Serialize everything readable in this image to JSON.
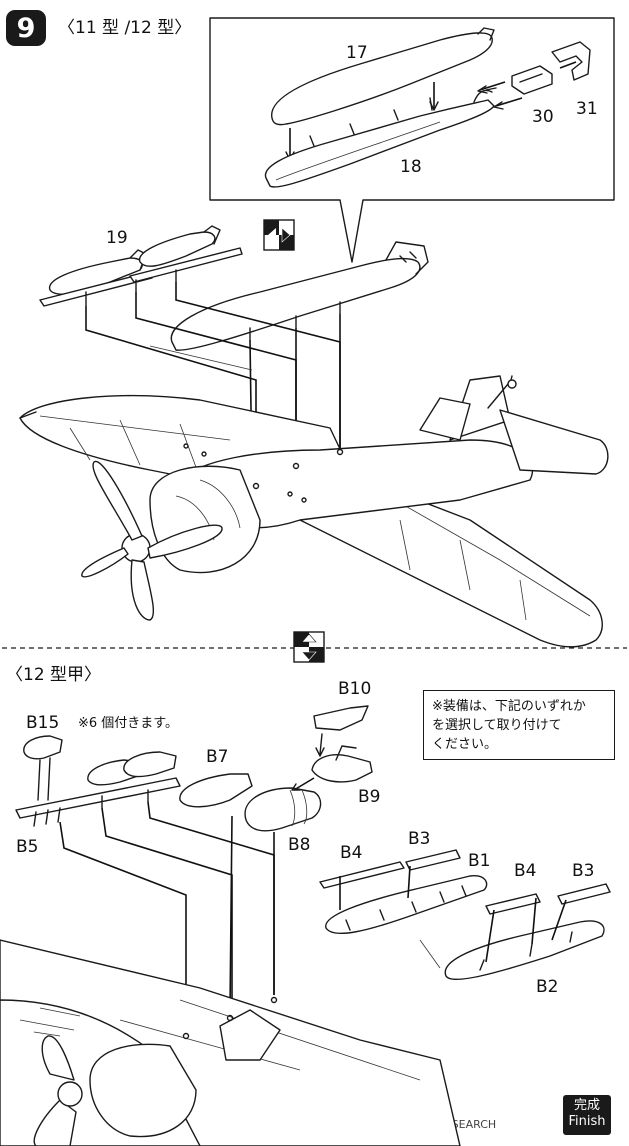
{
  "step": {
    "number": "9"
  },
  "variants": {
    "top": "〈11 型 /12 型〉",
    "bottom": "〈12 型甲〉"
  },
  "parts_top": [
    "17",
    "18",
    "19",
    "30",
    "31"
  ],
  "parts_bottom": [
    "B10",
    "B15",
    "B7",
    "B9",
    "B5",
    "B8",
    "B4",
    "B3",
    "B1",
    "B4",
    "B3",
    "B2"
  ],
  "notes": {
    "b15": "※6 個付きます。",
    "equipment_line1": "※装備は、下記のいずれか",
    "equipment_line2": "を選択して取り付けて",
    "equipment_line3": "ください。"
  },
  "finish": {
    "jp": "完成",
    "en": "Finish"
  },
  "watermark": "HOBBY SEARCH",
  "icons": [
    "flip-over-icon",
    "flip-view-icon",
    "up-down-arrows-icon"
  ]
}
